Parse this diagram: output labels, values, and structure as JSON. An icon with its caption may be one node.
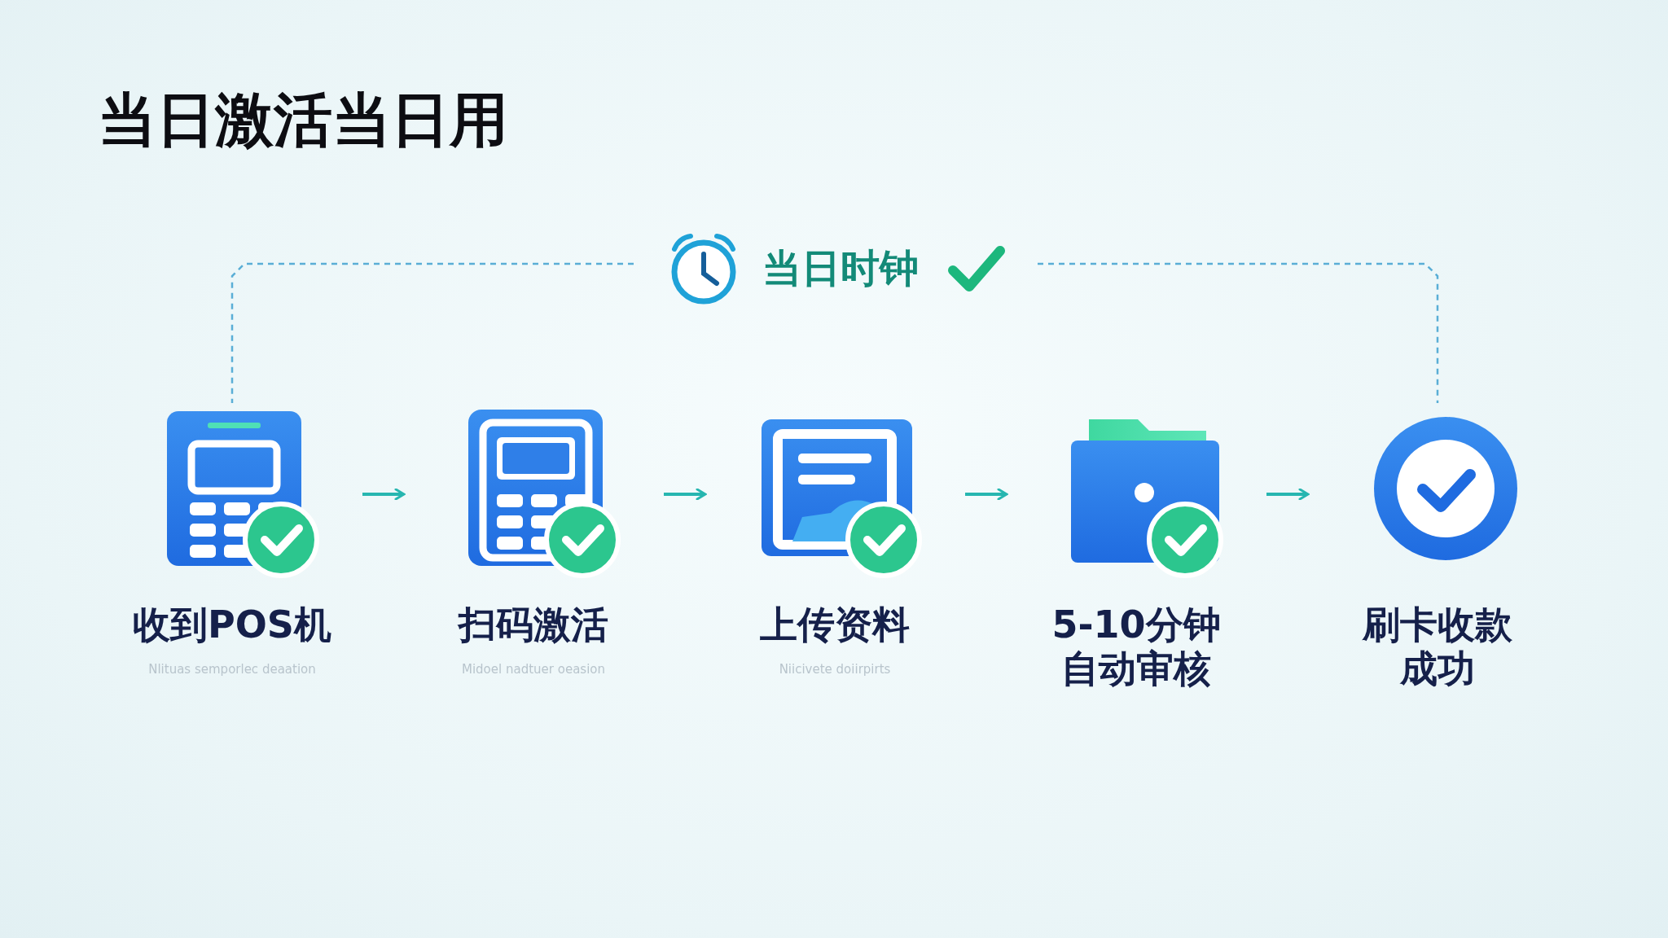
{
  "diagram": {
    "title": "当日激活当日用",
    "nodes": [
      {
        "text": [
          "收到POS机"
        ]
      },
      {
        "text": [
          "扫码激活"
        ]
      },
      {
        "text": [
          "上传资料"
        ]
      },
      {
        "text": [
          "5-10分钟自动审核"
        ]
      },
      {
        "text": [
          "刷卡收款成功"
        ]
      },
      {
        "text": [
          "当日时钟"
        ]
      }
    ],
    "edges": [
      {
        "from": 0,
        "to": 1,
        "arrow": "to"
      },
      {
        "from": 1,
        "to": 2,
        "arrow": "to"
      },
      {
        "from": 2,
        "to": 3,
        "arrow": "to"
      },
      {
        "from": 3,
        "to": 4,
        "arrow": "to"
      },
      {
        "from": 5,
        "to": 0,
        "arrow": "none",
        "style": "dashed",
        "color": "#5aaed6"
      },
      {
        "from": 5,
        "to": 4,
        "arrow": "none",
        "style": "dashed",
        "color": "#5aaed6"
      }
    ],
    "labels": [
      "Nlituas semporlec deaation",
      "Midoel nadtuer oeasion",
      "Niicivete doiirpirts"
    ]
  }
}
